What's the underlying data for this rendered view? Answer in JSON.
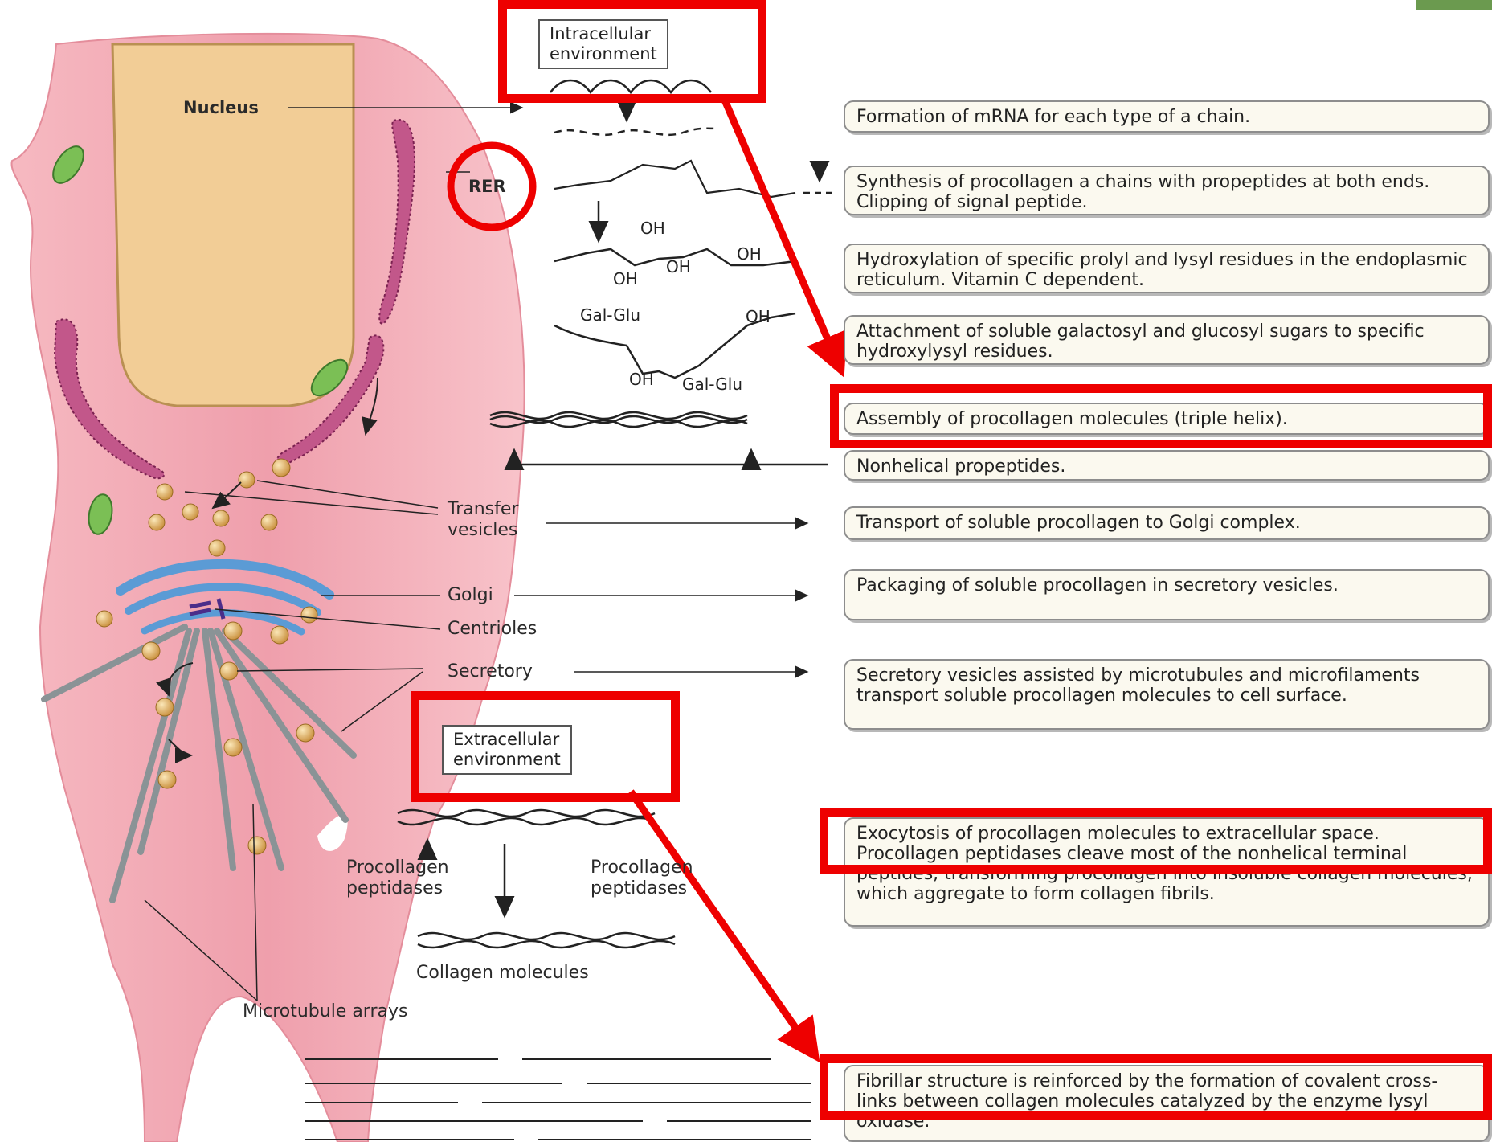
{
  "environments": {
    "intracellular": [
      "Intracellular",
      "environment"
    ],
    "extracellular": [
      "Extracellular",
      "environment"
    ]
  },
  "cell_labels": {
    "nucleus": "Nucleus",
    "rer": "RER",
    "transfer_vesicles": [
      "Transfer",
      "vesicles"
    ],
    "golgi": "Golgi",
    "centrioles": "Centrioles",
    "secretory_vesicles": "Secretory",
    "microtubule_arrays": "Microtubule arrays"
  },
  "molecule_labels": {
    "oh": "OH",
    "gal_glu": "Gal-Glu",
    "procollagen_peptidases": [
      "Procollagen",
      "peptidases"
    ],
    "collagen_molecules": "Collagen molecules"
  },
  "steps": [
    "Formation of mRNA for each type of a chain.",
    "Synthesis of procollagen a chains with propeptides at both ends. Clipping of signal peptide.",
    "Hydroxylation of specific prolyl and lysyl residues in the endoplasmic reticulum. Vitamin C dependent.",
    "Attachment of soluble galactosyl and glucosyl sugars to specific hydroxylysyl residues.",
    "Assembly of procollagen molecules (triple helix).",
    "Nonhelical propeptides.",
    "Transport of soluble procollagen to Golgi complex.",
    "Packaging of soluble procollagen in secretory vesicles.",
    "Secretory vesicles assisted by microtubules and microfilaments transport soluble procollagen molecules to cell surface.",
    "Exocytosis of procollagen molecules to extracellular space. Procollagen peptidases cleave most of the nonhelical terminal peptides, transforming procollagen into insoluble collagen molecules, which aggregate to form collagen fibrils.",
    "Fibrillar structure is reinforced by the formation of covalent cross-links between collagen molecules catalyzed by the enzyme lysyl oxidase."
  ],
  "colors": {
    "annotation_red": "#ee0000",
    "cell_pink": "#f2a8b2",
    "nucleus_tan": "#f2cd96",
    "rer_magenta": "#c2578a",
    "golgi_blue": "#5b9bd5",
    "vesicle_gold": "#d9a657",
    "mitochondria_green": "#7bbf55"
  }
}
